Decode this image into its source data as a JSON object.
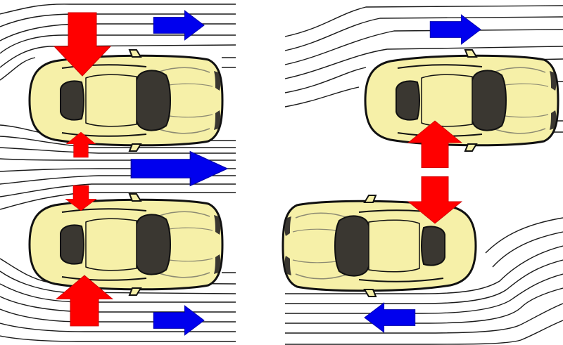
{
  "colors": {
    "background": "#ffffff",
    "flow_line": "#1a1a1a",
    "car_body": "#f6f0a8",
    "car_outline": "#111111",
    "car_glass": "#3a3731",
    "car_trim": "#8c8a72",
    "pressure_arrow": "#ff0000",
    "flow_arrow": "#0000ee"
  },
  "icons": {
    "car": "car-top-view-icon",
    "pressure": "red-block-arrow-icon",
    "flow": "blue-block-arrow-icon"
  },
  "panels": [
    {
      "id": "left",
      "description_key": "side-by-side-cars-same-direction",
      "cars": [
        "front-right",
        "front-right"
      ],
      "flow_arrows": [
        "right",
        "right",
        "right"
      ],
      "pressure_arrows": [
        "down",
        "up",
        "down",
        "up"
      ]
    },
    {
      "id": "right",
      "description_key": "offset-cars-opposite-direction",
      "cars": [
        "front-right",
        "front-left"
      ],
      "flow_arrows": [
        "right",
        "left"
      ],
      "pressure_arrows": [
        "up",
        "down"
      ]
    }
  ]
}
